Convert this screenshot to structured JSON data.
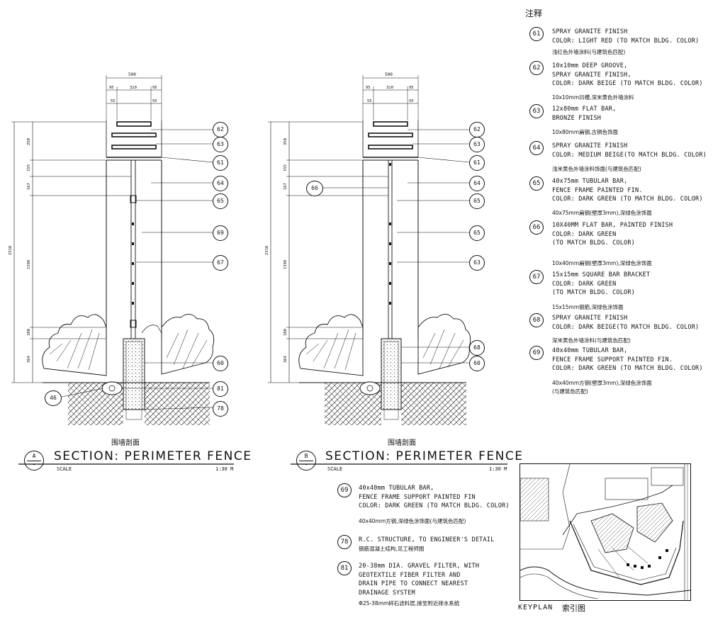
{
  "notes_title": "注释",
  "notes": [
    {
      "tag": "61",
      "en": "SPRAY GRANITE FINISH\nCOLOR: LIGHT RED (TO MATCH BLDG. COLOR)",
      "cn": "浅红色外墙涂料(与建筑色匹配)"
    },
    {
      "tag": "62",
      "en": "10x10mm DEEP GROOVE,\nSPRAY GRANITE FINISH,\nCOLOR: DARK BEIGE (TO MATCH BLDG. COLOR)",
      "cn": "10x10mm凹槽,深米黄色外墙涂料"
    },
    {
      "tag": "63",
      "en": "12x80mm FLAT BAR,\nBRONZE FINISH",
      "cn": "10x80mm扁钢,古铜色饰面"
    },
    {
      "tag": "64",
      "en": "SPRAY GRANITE FINISH\nCOLOR: MEDIUM BEIGE(TO MATCH BLDG. COLOR)",
      "cn": "浅米黄色外墙涂料饰面(与建筑色匹配)"
    },
    {
      "tag": "65",
      "en": "40x75mm TUBULAR BAR,\nFENCE FRAME PAINTED FIN.\nCOLOR: DARK GREEN (TO MATCH BLDG. COLOR)",
      "cn": "40x75mm扁钢(壁厚3mm),深绿色涂饰面"
    },
    {
      "tag": "66",
      "en": "10X40MM FLAT BAR, PAINTED FINISH\nCOLOR: DARK GREEN\n(TO MATCH BLDG. COLOR)",
      "cn": "10x40mm扁钢(壁厚3mm),深绿色涂饰面"
    },
    {
      "tag": "67",
      "en": "15x15mm SQUARE BAR BRACKET\nCOLOR: DARK GREEN\n(TO MATCH BLDG. COLOR)",
      "cn": "15x15mm钢筋,深绿色涂饰面"
    },
    {
      "tag": "68",
      "en": "SPRAY GRANITE FINISH\nCOLOR: DARK BEIGE(TO MATCH BLDG. COLOR)",
      "cn": "深米黄色外墙涂料(与建筑色匹配)"
    },
    {
      "tag": "69",
      "en": "40x40mm TUBULAR BAR,\nFENCE FRAME SUPPORT PAINTED FIN.\nCOLOR: DARK GREEN (TO MATCH BLDG. COLOR)",
      "cn": "40x40mm方钢(壁厚3mm),深绿色涂饰面\n(与建筑色匹配)"
    }
  ],
  "lower_notes": [
    {
      "tag": "69",
      "en": "40x40mm TUBULAR BAR,\nFENCE FRAME SUPPORT PAINTED FIN\nCOLOR: DARK GREEN (TO MATCH BLDG. COLOR)",
      "cn": "40x40mm方钢,深绿色涂饰面(与建筑色匹配)"
    },
    {
      "tag": "78",
      "en": "R.C. STRUCTURE, TO ENGINEER'S DETAIL",
      "cn": "钢筋混凝土结构,见工程师图"
    },
    {
      "tag": "81",
      "en": "20-38mm DIA. GRAVEL FILTER, WITH\nGEOTEXTILE FIBER FILTER AND\nDRAIN PIPE TO CONNECT NEAREST\nDRAINAGE SYSTEM",
      "cn": "Φ25-38mm碎石滤料层,接至附近排水系统"
    }
  ],
  "section_a": {
    "letter": "A",
    "dash": "-",
    "title": "SECTION: PERIMETER FENCE",
    "cn": "围墙剖面",
    "scale_label": "SCALE",
    "scale": "1:30 M"
  },
  "section_b": {
    "letter": "B",
    "dash": "-",
    "title": "SECTION: PERIMETER FENCE",
    "cn": "围墙剖面",
    "scale_label": "SCALE",
    "scale": "1:30 M"
  },
  "dims": {
    "width": "500",
    "side": "95",
    "mid": "310",
    "inner": "55",
    "cap": "250",
    "d1": "155",
    "d2": "167",
    "body": "1398",
    "total": "2310",
    "base1": "100",
    "base2": "364",
    "cap_b": "350"
  },
  "tags_a": [
    "62",
    "63",
    "61",
    "64",
    "65",
    "69",
    "67",
    "60",
    "81",
    "78",
    "46"
  ],
  "tags_b": [
    "62",
    "63",
    "61",
    "64",
    "65",
    "65",
    "63",
    "68",
    "60",
    "66"
  ],
  "keyplan": {
    "label": "KEYPLAN",
    "cn": "索引图"
  }
}
